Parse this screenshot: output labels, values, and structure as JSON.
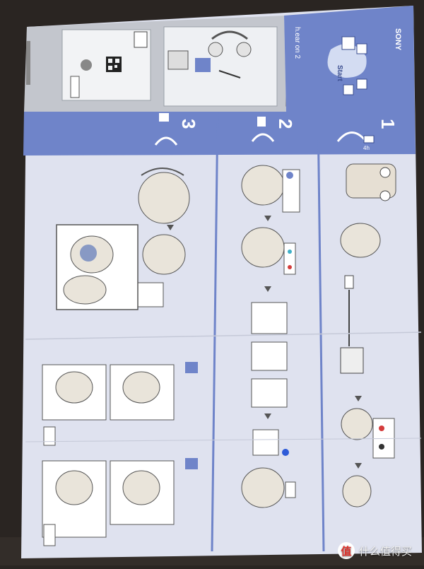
{
  "brand": {
    "logo": "SONY",
    "product": "h.ear on 2"
  },
  "steps": [
    {
      "number": "1"
    },
    {
      "number": "2"
    },
    {
      "number": "3"
    }
  ],
  "labels": {
    "start": "Start",
    "charge_badge": "4h"
  },
  "watermark": {
    "text": "什么值得买",
    "logo": "值"
  },
  "colors": {
    "blue": "#6f84c9",
    "panel": "#d8dced",
    "grey": "#b8bcc4",
    "bg": "#2a2522"
  }
}
